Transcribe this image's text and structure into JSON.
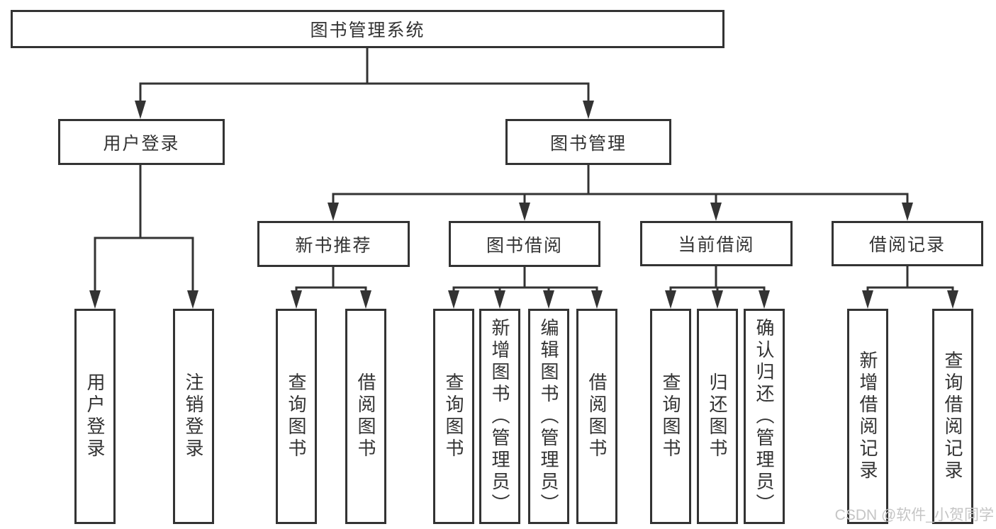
{
  "diagram_title": "图书管理系统",
  "colors": {
    "line": "#333333",
    "box_border": "#333333",
    "text": "#333333",
    "background": "#ffffff",
    "watermark": "#c5c5c5"
  },
  "tree": {
    "root": "图书管理系统",
    "user": {
      "label": "用户登录",
      "children": [
        "用户登录",
        "注销登录"
      ]
    },
    "book": {
      "label": "图书管理",
      "sections": [
        {
          "label": "新书推荐",
          "children": [
            "查询图书",
            "借阅图书"
          ]
        },
        {
          "label": "图书借阅",
          "children": [
            "查询图书",
            "新增图书（管理员）",
            "编辑图书（管理员）",
            "借阅图书"
          ]
        },
        {
          "label": "当前借阅",
          "children": [
            "查询图书",
            "归还图书",
            "确认归还（管理员）"
          ]
        },
        {
          "label": "借阅记录",
          "children": [
            "新增借阅记录",
            "查询借阅记录"
          ]
        }
      ]
    }
  },
  "watermark": "CSDN @软件_小贺同学"
}
